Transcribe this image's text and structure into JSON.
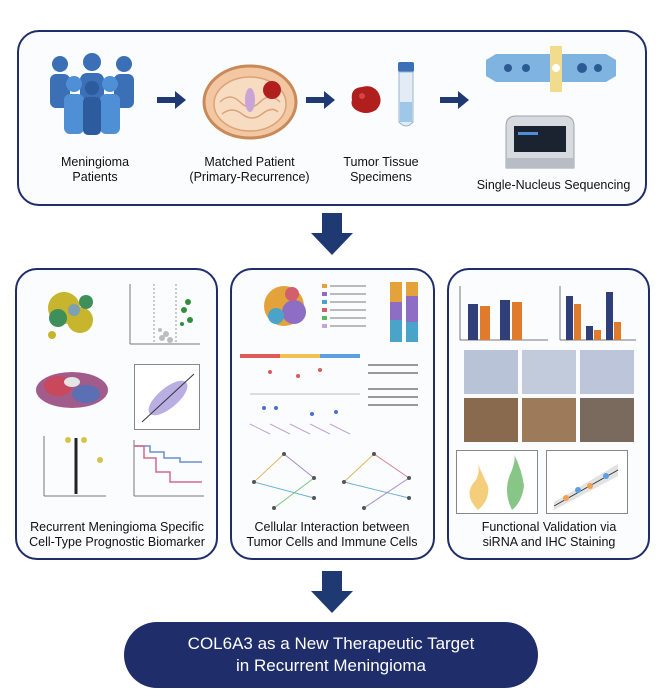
{
  "top": {
    "step1": {
      "line1": "Meningioma",
      "line2": "Patients"
    },
    "step2": {
      "line1": "Matched Patient",
      "line2": "(Primary-Recurrence)"
    },
    "step3": {
      "line1": "Tumor Tissue",
      "line2": "Specimens"
    },
    "step4": {
      "line1": "Single-Nucleus Sequencing"
    }
  },
  "panels": [
    {
      "line1": "Recurrent Meningioma Specific",
      "line2": "Cell-Type Prognostic Biomarker"
    },
    {
      "line1": "Cellular Interaction between",
      "line2": "Tumor Cells and Immune Cells"
    },
    {
      "line1": "Functional Validation via",
      "line2": "siRNA and IHC Staining"
    }
  ],
  "conclusion": {
    "line1": "COL6A3 as a New Therapeutic Target",
    "line2": "in Recurrent Meningioma"
  },
  "colors": {
    "navy": "#1f2d6b",
    "arrow": "#1f3a73",
    "tumor": "#b01e1e"
  }
}
